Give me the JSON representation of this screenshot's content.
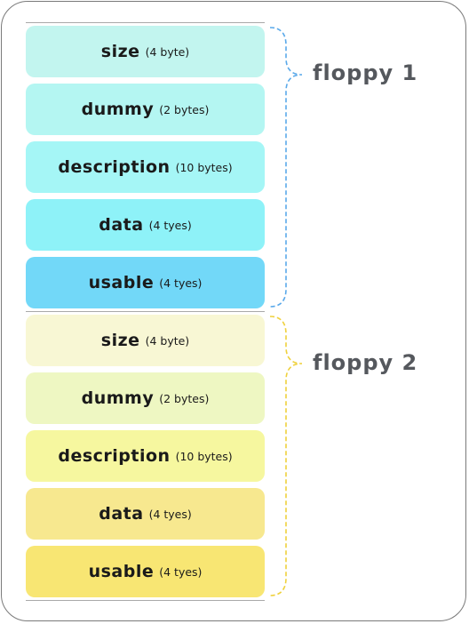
{
  "groups": [
    {
      "label": "floppy 1",
      "brace_color": "#5aa9ea",
      "fields": [
        {
          "name": "size",
          "size": "(4 byte)",
          "color": "#c2f5ef"
        },
        {
          "name": "dummy",
          "size": "(2 bytes)",
          "color": "#b4f6f2"
        },
        {
          "name": "description",
          "size": "(10 bytes)",
          "color": "#a5f6f6"
        },
        {
          "name": "data",
          "size": "(4 tyes)",
          "color": "#8ef2f8"
        },
        {
          "name": "usable",
          "size": "(4 tyes)",
          "color": "#72d8f8"
        }
      ]
    },
    {
      "label": "floppy 2",
      "brace_color": "#efd13c",
      "fields": [
        {
          "name": "size",
          "size": "(4 byte)",
          "color": "#f8f7d4"
        },
        {
          "name": "dummy",
          "size": "(2 bytes)",
          "color": "#eef7c2"
        },
        {
          "name": "description",
          "size": "(10 bytes)",
          "color": "#f6f79f"
        },
        {
          "name": "data",
          "size": "(4 tyes)",
          "color": "#f7e88f"
        },
        {
          "name": "usable",
          "size": "(4 tyes)",
          "color": "#f8e673"
        }
      ]
    }
  ]
}
